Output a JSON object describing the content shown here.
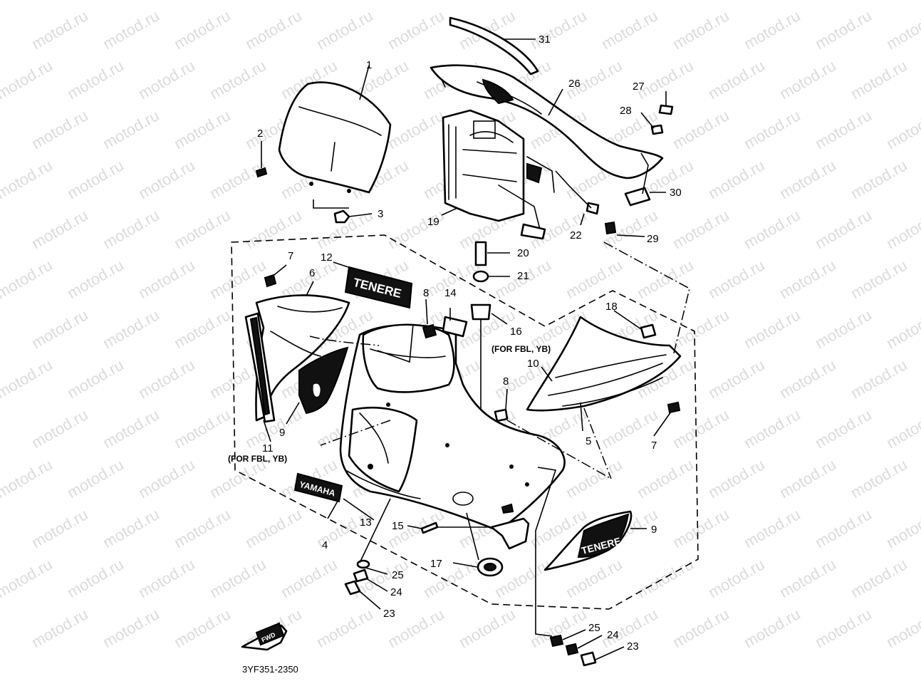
{
  "diagram": {
    "code": "3YF351-2350",
    "watermark": "motod.ru",
    "notes": {
      "left_fbl_yb": "(FOR FBL, YB)",
      "right_fbl_yb": "(FOR FBL, YB)"
    },
    "emblems": {
      "side_emblem": "TENERE",
      "front_emblem": "YAMAHA",
      "side_cover": "TENERE",
      "direction_arrow": "FWD"
    },
    "callouts": {
      "c1": "1",
      "c2": "2",
      "c3": "3",
      "c4": "4",
      "c5": "5",
      "c6": "6",
      "c7a": "7",
      "c7b": "7",
      "c8a": "8",
      "c8b": "8",
      "c9a": "9",
      "c9b": "9",
      "c10": "10",
      "c11": "11",
      "c12": "12",
      "c13": "13",
      "c14": "14",
      "c15": "15",
      "c16": "16",
      "c17": "17",
      "c18": "18",
      "c19": "19",
      "c20": "20",
      "c21": "21",
      "c22": "22",
      "c23a": "23",
      "c23b": "23",
      "c24a": "24",
      "c24b": "24",
      "c25a": "25",
      "c25b": "25",
      "c26": "26",
      "c27": "27",
      "c28": "28",
      "c29": "29",
      "c30": "30",
      "c31": "31"
    }
  }
}
